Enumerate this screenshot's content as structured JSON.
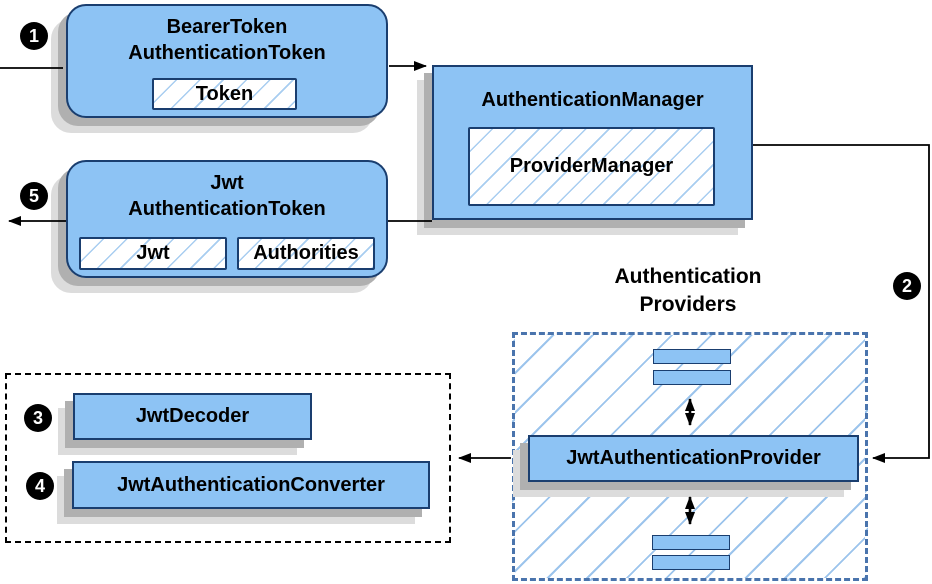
{
  "diagram": {
    "badges": {
      "step1": "1",
      "step2": "2",
      "step3": "3",
      "step4": "4",
      "step5": "5"
    },
    "bearer_token": {
      "title1": "BearerToken",
      "title2": "AuthenticationToken",
      "field": "Token"
    },
    "authentication_manager": {
      "title": "AuthenticationManager",
      "impl": "ProviderManager"
    },
    "jwt_authentication_token": {
      "title1": "Jwt",
      "title2": "AuthenticationToken",
      "field_jwt": "Jwt",
      "field_authorities": "Authorities"
    },
    "authentication_providers": {
      "label1": "Authentication",
      "label2": "Providers",
      "provider": "JwtAuthenticationProvider"
    },
    "jwt_components": {
      "decoder": "JwtDecoder",
      "converter": "JwtAuthenticationConverter"
    }
  },
  "colors": {
    "box_fill": "#8dc3f4",
    "box_border": "#1a3e6f",
    "hatch_line": "#a8cdf0",
    "providers_dash_border": "#4a74ad",
    "components_dash_border": "#000000",
    "shadow_dark": "#b0b0b0",
    "shadow_light": "#dcdcdc",
    "arrow": "#000000",
    "badge_background": "#000000",
    "badge_text": "#ffffff",
    "canvas_background": "#ffffff"
  }
}
